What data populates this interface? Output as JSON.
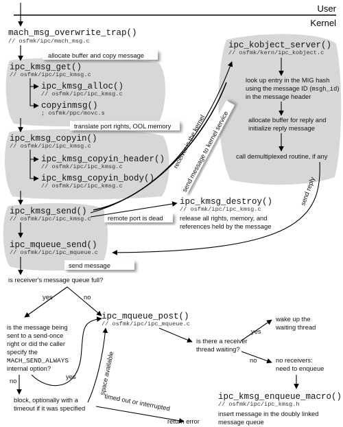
{
  "header": {
    "user_label": "User",
    "kernel_label": "Kernel"
  },
  "functions": {
    "trap": {
      "name": "mach_msg_overwrite_trap()",
      "path": "// osfmk/ipc/mach_msg.c"
    },
    "get": {
      "name": "ipc_kmsg_get()",
      "path": "// osfmk/ipc/ipc_kmsg.c"
    },
    "alloc": {
      "name": "ipc_kmsg_alloc()",
      "path": "// osfmk/ipc/ipc_kmsg.c"
    },
    "copyinmsg": {
      "name": "copyinmsg()",
      "path": "; osfmk/ppc/movc.s"
    },
    "copyin": {
      "name": "ipc_kmsg_copyin()",
      "path": "// osfmk/ipc/ipc_kmsg.c"
    },
    "copyin_header": {
      "name": "ipc_kmsg_copyin_header()",
      "path": "// osfmk/ipc/ipc_kmsg.c"
    },
    "copyin_body": {
      "name": "ipc_kmsg_copyin_body()",
      "path": "// osfmk/ipc/ipc_kmsg.c"
    },
    "send": {
      "name": "ipc_kmsg_send()",
      "path": "// osfmk/ipc/ipc_kmsg.c"
    },
    "mqueue_send": {
      "name": "ipc_mqueue_send()",
      "path": "// osfmk/ipc/ipc_mqueue.c"
    },
    "kobject": {
      "name": "ipc_kobject_server()",
      "path": "// osfmk/kern/ipc_kobject.c"
    },
    "destroy": {
      "name": "ipc_kmsg_destroy()",
      "path": "// osfmk/ipc/ipc_kmsg.c"
    },
    "mqueue_post": {
      "name": "ipc_mqueue_post()",
      "path": "// osfmk/ipc/ipc_mqueue.c"
    },
    "enqueue": {
      "name": "ipc_kmsg_enqueue_macro()",
      "path": "// osfmk/ipc/ipc_kmsg.h"
    }
  },
  "labels": {
    "allocate_buffer": "allocate buffer and copy message",
    "translate": "translate port rights, OOL memory",
    "send_message": "send message",
    "remote_dead": "remote port is dead",
    "receiver_kernel": "receiver is the kernel",
    "send_to_kernel": "send message to kernel service",
    "send_reply": "send reply",
    "space_available": "space available",
    "timed_out": "timed out or interrupted",
    "return_error": "return error",
    "yes": "yes",
    "no": "no"
  },
  "notes": {
    "lookup": [
      "look up entry in the MIG hash",
      "using the message ID (",
      "msgh_id",
      ")",
      "in the message header"
    ],
    "allocate_reply": [
      "allocate buffer for reply and",
      "initialize reply message"
    ],
    "call_demux": "call demultiplexed routine, if any",
    "release": [
      "release all rights, memory, and",
      "references held by the message"
    ],
    "queue_full": "is receiver's message queue full?",
    "send_once": [
      "is the message being",
      "sent to a send-once",
      "right or did the caller",
      "specify the",
      "MACH_SEND_ALWAYS",
      "internal option?"
    ],
    "block": [
      "block, optionally with a",
      "timeout if it was specified"
    ],
    "receiver_waiting": [
      "is there a receiver",
      "thread waiting?"
    ],
    "wake_up": [
      "wake up the",
      "waiting thread"
    ],
    "no_receivers": [
      "no receivers:",
      "need to enqueue"
    ],
    "insert": [
      "insert message in the doubly linked",
      "message queue"
    ]
  }
}
